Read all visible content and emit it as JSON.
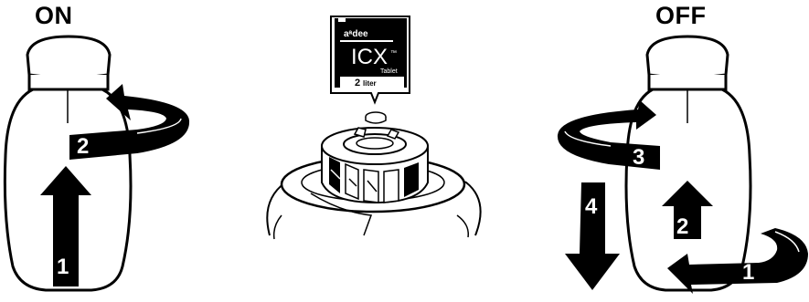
{
  "left_panel": {
    "title": "ON",
    "step_labels": [
      "2",
      "1"
    ]
  },
  "center_panel": {
    "packet_brand": "aᵃdee",
    "packet_product": "ICX",
    "packet_trademark": "™",
    "packet_subtitle": "Tablet",
    "packet_size_number": "2",
    "packet_size_unit": "liter"
  },
  "right_panel": {
    "title": "OFF",
    "step_labels": [
      "3",
      "4",
      "2",
      "1"
    ]
  },
  "colors": {
    "ink": "#000000",
    "paper": "#ffffff",
    "shadow": "#d9d9d9"
  }
}
